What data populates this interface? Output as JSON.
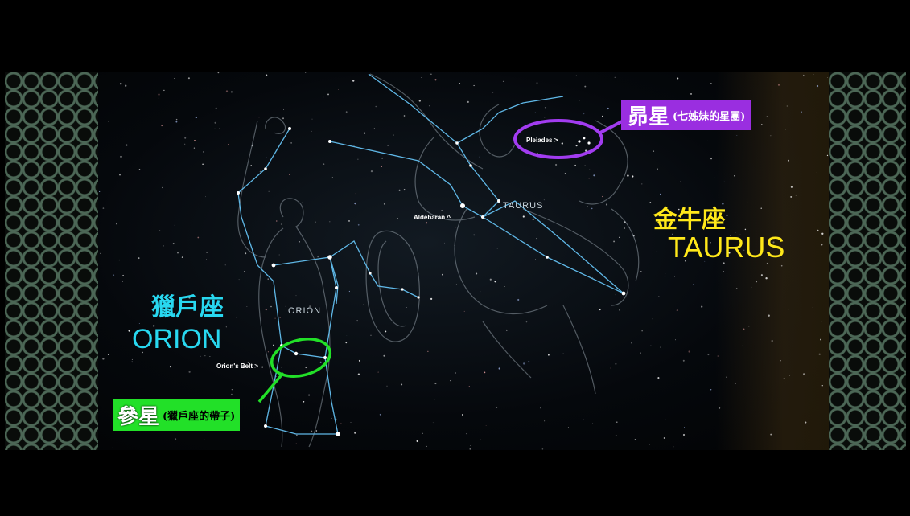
{
  "orion": {
    "name_cn": "獵戶座",
    "name_en": "ORION",
    "sky_label": "ORION"
  },
  "taurus": {
    "name_cn": "金牛座",
    "name_en": "TAURUS",
    "sky_label": "TAURUS"
  },
  "stars": {
    "pleiades": "Pleiades >",
    "aldebaran": "Aldebaran ^",
    "orions_belt": "Orion's Belt >"
  },
  "callouts": {
    "pleiades_cn": "昴星",
    "pleiades_cn_note": "(七姊妹的星團)",
    "belt_cn": "參星",
    "belt_cn_note": "(獵戶座的帶子)"
  },
  "colors": {
    "orion_text": "#28d8f0",
    "taurus_text": "#ffe81a",
    "pleiades_accent": "#9a2ee0",
    "belt_accent": "#22e028",
    "constellation_lines": "#5fb7e6"
  }
}
